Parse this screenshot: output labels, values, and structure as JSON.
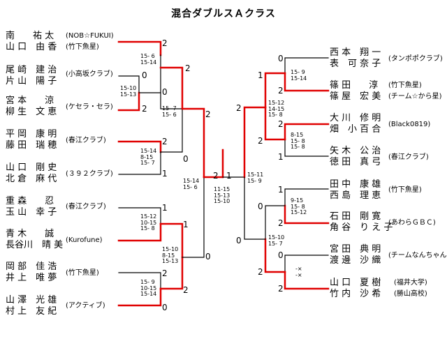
{
  "title": "混合ダブルスＡクラス",
  "left_entries": [
    {
      "p1": "南　　祐 太",
      "p2": "山 口　由 香",
      "club": "(NOB☆FUKUI)",
      "club2": "(竹下魚星)"
    },
    {
      "p1": "尾 崎　建 治",
      "p2": "片 山　陽 子",
      "club": "(小高坂クラブ)"
    },
    {
      "p1": "宮 本　　涼",
      "p2": "柳 生　文 恵",
      "club": "(ケセラ・セラ)"
    },
    {
      "p1": "平 岡　康 明",
      "p2": "藤 田　瑞 穂",
      "club": "(春江クラブ)"
    },
    {
      "p1": "山 口　剛 史",
      "p2": "北 倉　麻 代",
      "club": "(３９２クラブ)"
    },
    {
      "p1": "重 森　　忍",
      "p2": "玉 山　幸 子",
      "club": "(春江クラブ)"
    },
    {
      "p1": "青 木　　誠",
      "p2": "長谷川　晴 美",
      "club": "(Kurofune)"
    },
    {
      "p1": "岡 部　佳 浩",
      "p2": "井 上　唯 夢",
      "club": "(竹下魚星)"
    },
    {
      "p1": "山 澤　光 雄",
      "p2": "村 上　友 紀",
      "club": "(アクティブ)"
    }
  ],
  "right_entries": [
    {
      "p1": "西 本　翔 一",
      "p2": "表　可 奈 子",
      "club": "(タンポポクラブ)"
    },
    {
      "p1": "篠 田　　淳",
      "p2": "篠 屋　宏 美",
      "club": "(竹下魚星)",
      "club2": "(チーム☆から星)"
    },
    {
      "p1": "大 川　修 明",
      "p2": "畑　小 百 合",
      "club": "(Black0819)"
    },
    {
      "p1": "矢 木　公 治",
      "p2": "徳 田　真 弓",
      "club": "(春江クラブ)"
    },
    {
      "p1": "田 中　康 雄",
      "p2": "西 島　理 恵",
      "club": "(竹下魚星)"
    },
    {
      "p1": "石 田　剛 寛",
      "p2": "角 谷　り え 子",
      "club": "(あわらＧＢＣ)"
    },
    {
      "p1": "宮 田　典 明",
      "p2": "渡 邊　沙 織",
      "club": "(チームなんちゃん)"
    },
    {
      "p1": "山 口　夏 樹",
      "p2": "竹 内　沙 希",
      "club": "(福井大学)",
      "club2": "(勝山高校)"
    }
  ],
  "results": [
    {
      "id": "l1",
      "s1": "2",
      "s2": "",
      "detail": [
        "15- 6",
        "15-14"
      ]
    },
    {
      "id": "l2",
      "s1": "0",
      "s2": "2",
      "detail": [
        "15-10",
        "15-13"
      ]
    },
    {
      "id": "l3",
      "s1": "2",
      "s2": "0",
      "detail": [
        "15- 7",
        "15- 6"
      ]
    },
    {
      "id": "l4",
      "s1": "2",
      "s2": "0",
      "detail": [
        "15-14",
        "8-15",
        "15- 7"
      ]
    },
    {
      "id": "l5",
      "s1": "",
      "s2": "1",
      "detail": []
    },
    {
      "id": "l6",
      "s1": "1",
      "s2": "",
      "detail": [
        "15-12",
        "10-15",
        "15- 8"
      ]
    },
    {
      "id": "l7",
      "s1": "1",
      "s2": "2",
      "detail": [
        "15-10",
        "8-15",
        "15-13"
      ]
    },
    {
      "id": "l8",
      "s1": "0",
      "s2": "2",
      "detail": [
        "15- 9",
        "10-15",
        "15-14"
      ]
    },
    {
      "id": "l9",
      "s1": "2",
      "s2": "0",
      "detail": [
        "15-14",
        "15- 6"
      ]
    },
    {
      "id": "final",
      "s1": "2",
      "s2": "1",
      "detail": [
        "11-15",
        "15-13",
        "15-10"
      ]
    },
    {
      "id": "r1",
      "s1": "0",
      "s2": "2",
      "detail": [
        "15- 9",
        "15-14"
      ]
    },
    {
      "id": "r2",
      "s1": "2",
      "s2": "1",
      "detail": [
        "8-15",
        "15- 8",
        "15- 8"
      ]
    },
    {
      "id": "r3",
      "s1": "1",
      "s2": "2",
      "detail": [
        "15-12",
        "14-15",
        "15- 8"
      ]
    },
    {
      "id": "r4",
      "s1": "1",
      "s2": "2",
      "detail": [
        "9-15",
        "15- 8",
        "15-12"
      ]
    },
    {
      "id": "r5",
      "s1": "0",
      "s2": "2",
      "detail": [
        "-×",
        "-×"
      ]
    },
    {
      "id": "r6",
      "s1": "0",
      "s2": "2",
      "detail": [
        "15-10",
        "15- 7"
      ]
    },
    {
      "id": "r7",
      "s1": "2",
      "s2": "0",
      "detail": [
        "15-11",
        "15- 9"
      ]
    }
  ]
}
